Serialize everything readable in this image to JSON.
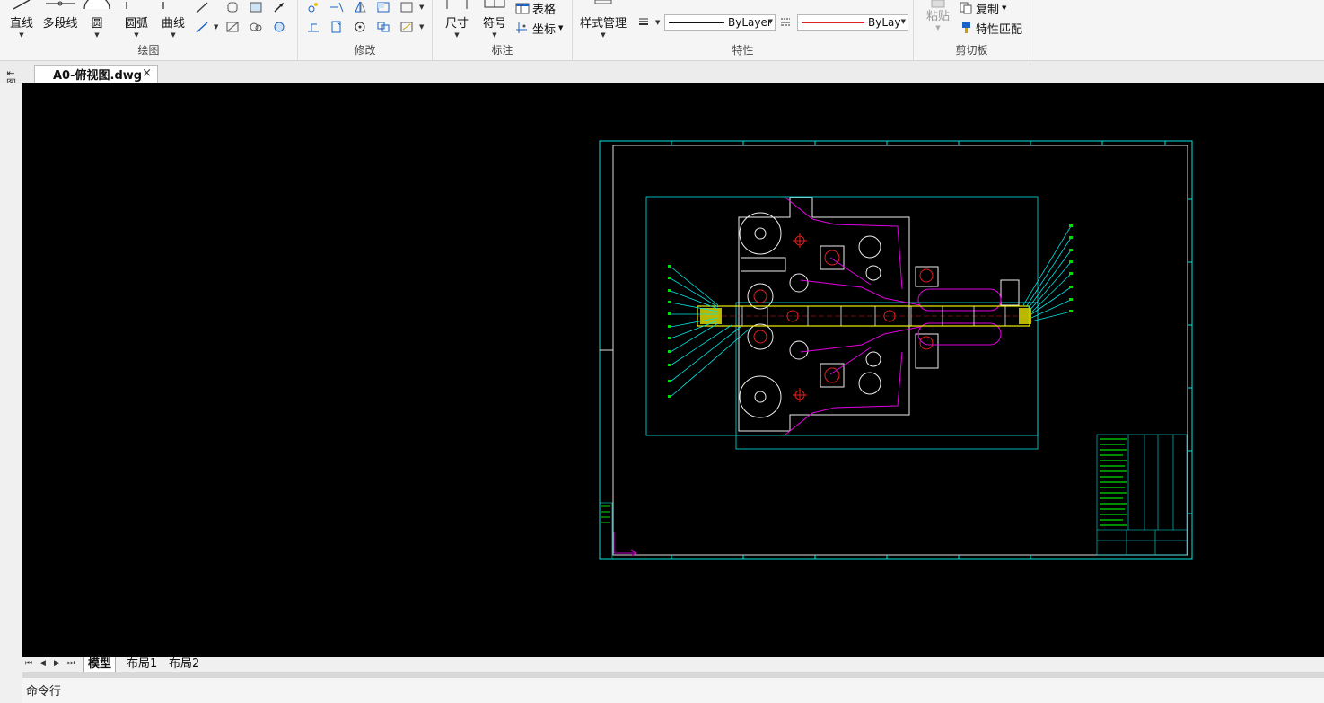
{
  "ribbon": {
    "panels": {
      "draw": "绘图",
      "modify": "修改",
      "annotate": "标注",
      "properties": "特性",
      "clipboard": "剪切板"
    },
    "draw": {
      "line": "直线",
      "polyline": "多段线",
      "circle": "圆",
      "arc": "圆弧",
      "curve": "曲线"
    },
    "annotate": {
      "dimension": "尺寸",
      "symbol": "符号",
      "table": "表格",
      "coordinate": "坐标"
    },
    "properties": {
      "style_manager": "样式管理",
      "linetype": "ByLayer",
      "color": "ByLayer"
    },
    "clipboard": {
      "paste": "粘贴",
      "copy": "复制",
      "match_properties": "特性匹配"
    }
  },
  "tabs": {
    "document": "A0-俯视图.dwg",
    "close": "×",
    "side_toggle": "图库"
  },
  "layout_tabs": [
    "模型",
    "布局1",
    "布局2"
  ],
  "command_line": "命令行"
}
